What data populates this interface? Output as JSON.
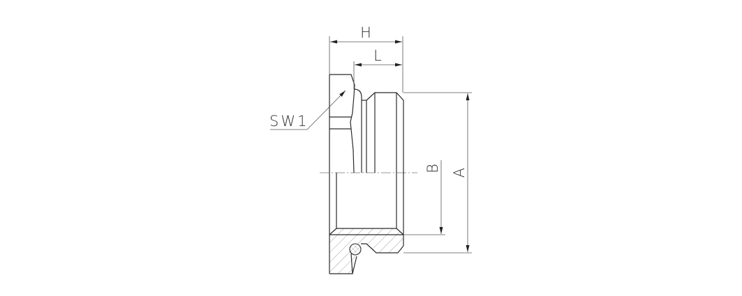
{
  "diagram": {
    "type": "technical-drawing",
    "subject": "hex plug with O-ring seal, half-section view",
    "colors": {
      "background": "#ffffff",
      "outline": "#2a2a2a",
      "dimension": "#555555",
      "hatch": "#8a8a8a"
    },
    "labels": {
      "overall_length": "H",
      "thread_length": "L",
      "wrench_size": "SW1",
      "inner_diameter": "B",
      "outer_diameter": "A"
    }
  }
}
